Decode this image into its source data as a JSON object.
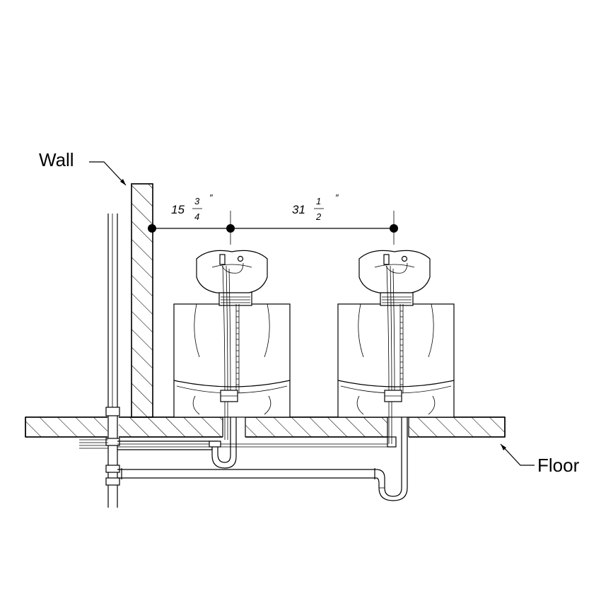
{
  "labels": {
    "wall": "Wall",
    "floor": "Floor"
  },
  "dimensions": [
    {
      "whole": "15",
      "numerator": "3",
      "denominator": "4",
      "unit": "″"
    },
    {
      "whole": "31",
      "numerator": "1",
      "denominator": "2",
      "unit": "″"
    }
  ]
}
